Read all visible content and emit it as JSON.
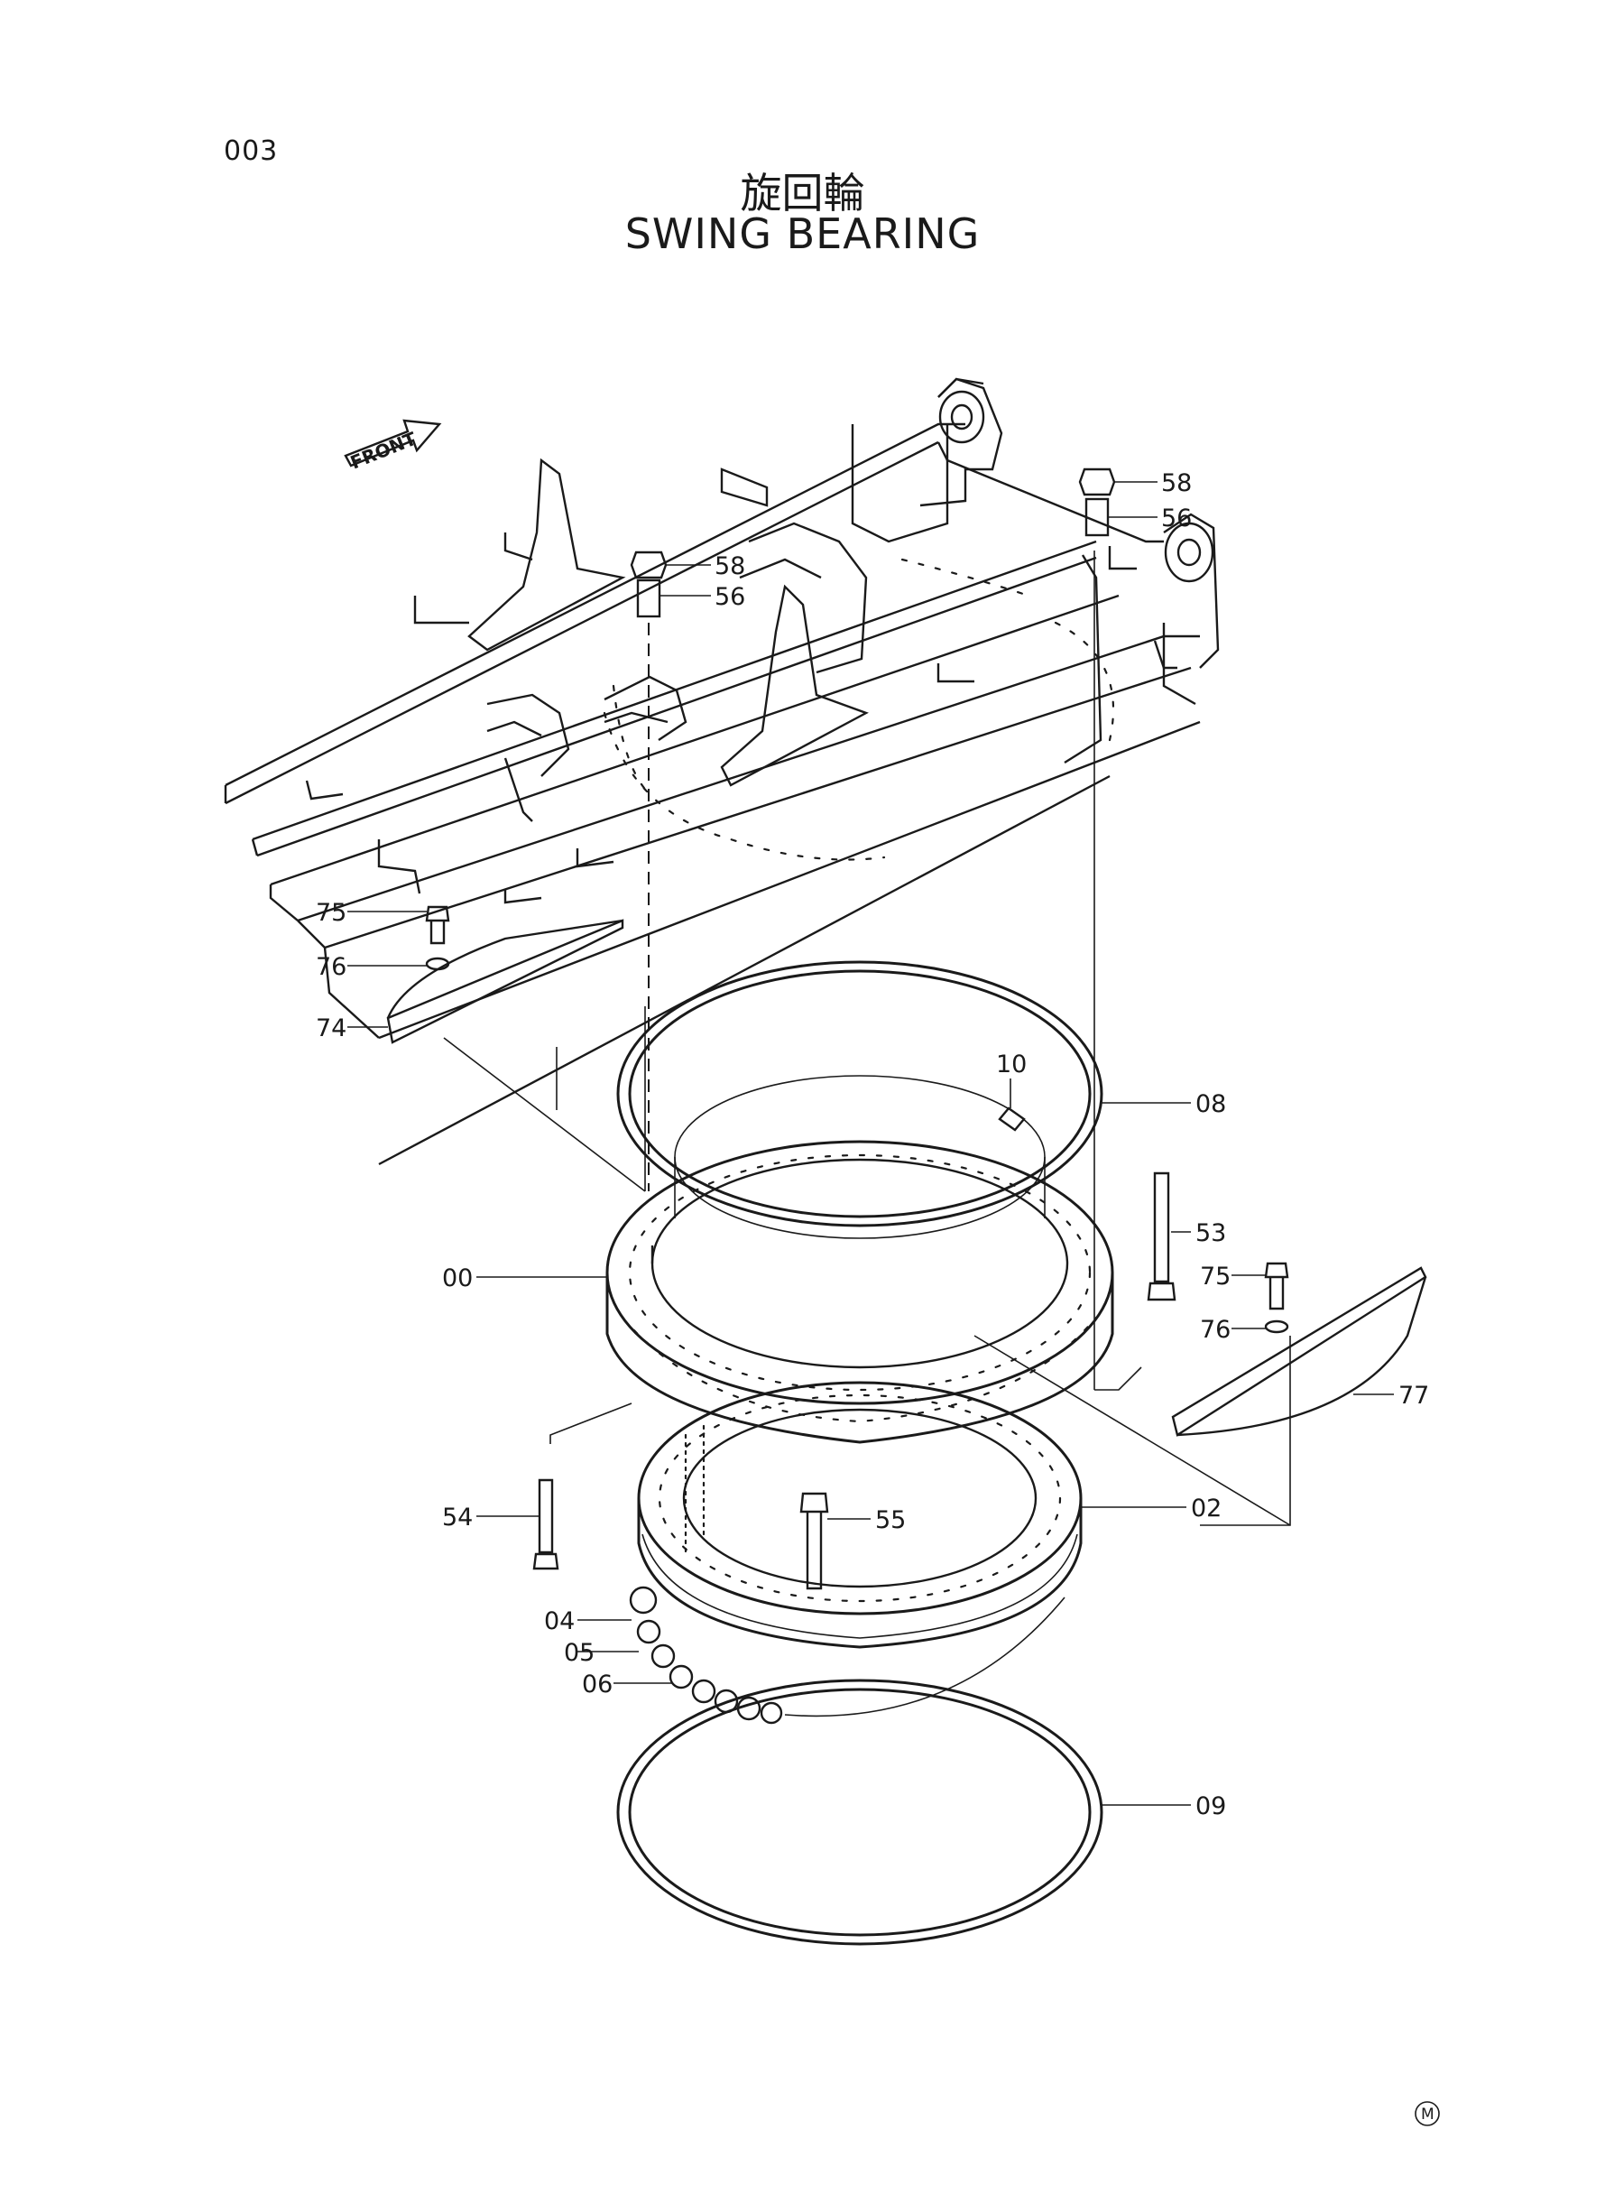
{
  "page_number": "003",
  "title_japanese": "旋回輪",
  "title_english": "SWING  BEARING",
  "front_arrow_label": "FRONT",
  "callouts": {
    "c00": "00",
    "c02": "02",
    "c04": "04",
    "c05": "05",
    "c06": "06",
    "c08": "08",
    "c09": "09",
    "c10": "10",
    "c53": "53",
    "c54": "54",
    "c55": "55",
    "c56a": "56",
    "c56b": "56",
    "c58a": "58",
    "c58b": "58",
    "c74": "74",
    "c75a": "75",
    "c75b": "75",
    "c76a": "76",
    "c76b": "76",
    "c77": "77"
  },
  "corner_mark": "M"
}
